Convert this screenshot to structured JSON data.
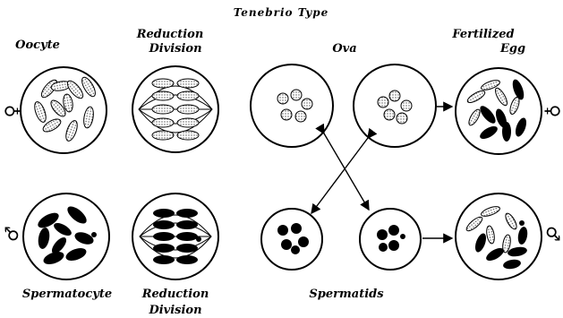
{
  "title": "Tenebrio Type",
  "labels": {
    "oocyte": "Oocyte",
    "reduction_top_1": "Reduction",
    "reduction_top_2": "Division",
    "ova": "Ova",
    "fertilized_1": "Fertilized",
    "fertilized_2": "Egg",
    "spermatocyte": "Spermatocyte",
    "reduction_bottom_1": "Reduction",
    "reduction_bottom_2": "Division",
    "spermatids": "Spermatids"
  },
  "symbols": {
    "female": "♀",
    "male": "♂"
  },
  "colors": {
    "ink": "#000000",
    "stipple": "#9a9a9a",
    "background": "#ffffff"
  }
}
